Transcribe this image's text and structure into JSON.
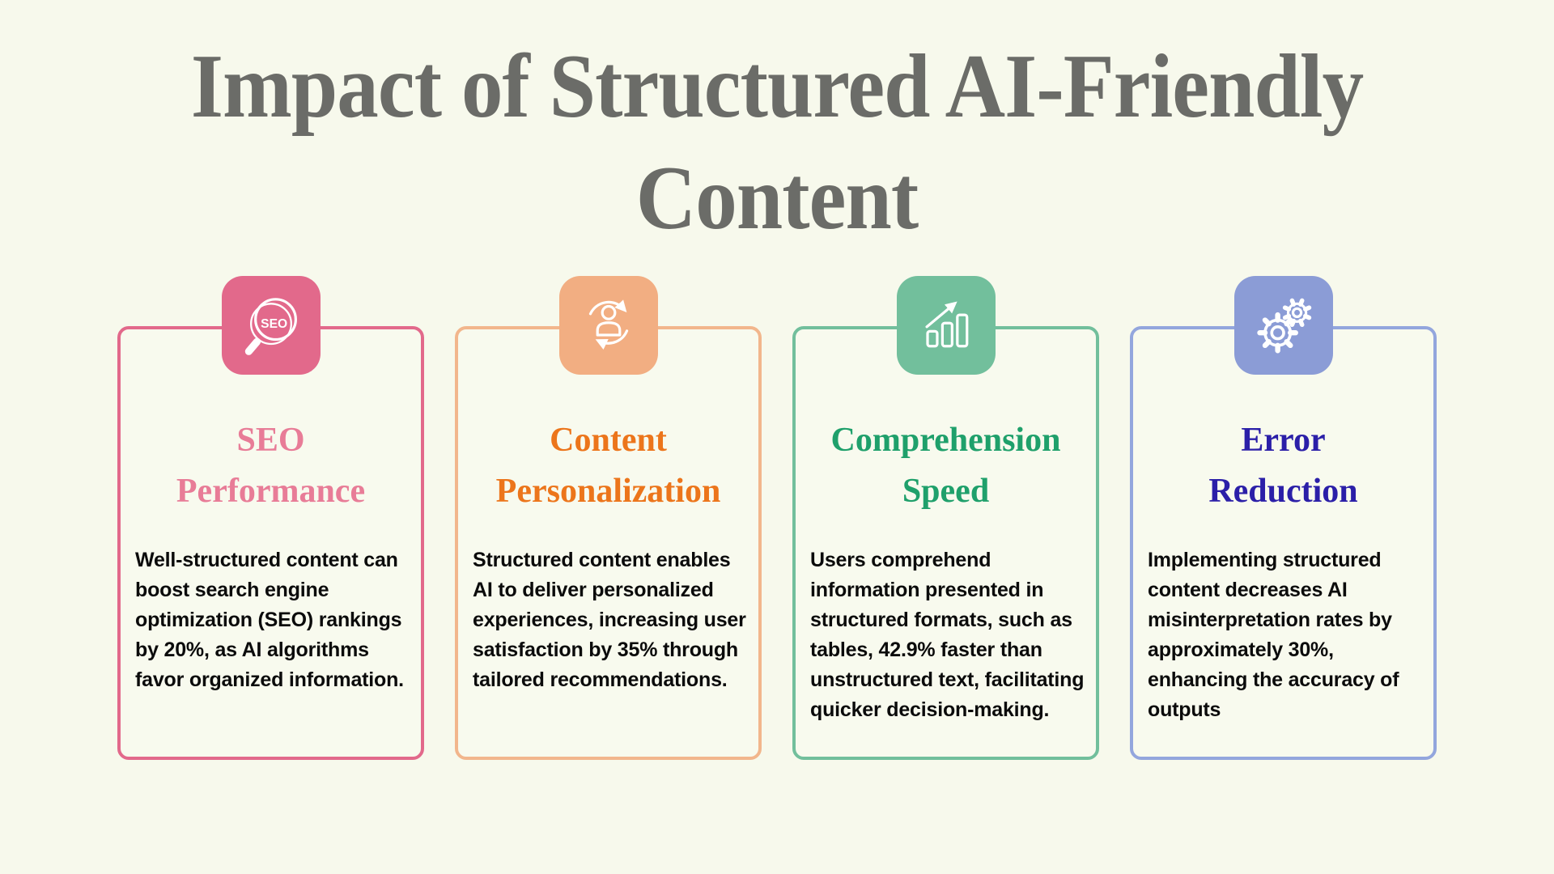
{
  "page": {
    "background": "#F7F9EC"
  },
  "header": {
    "title": "Impact of Structured AI-Friendly Content",
    "lines": [
      "Impact of Structured AI-Friendly",
      "Content"
    ],
    "color": "#6B6C68"
  },
  "cards": [
    {
      "heading": "SEO Performance",
      "heading_lines": [
        "SEO",
        "Performance"
      ],
      "body": "Well-structured content can boost search engine optimization (SEO) rankings by 20%, as AI algorithms favor organized information.",
      "icon": "seo-magnifier-icon",
      "icon_text": "SEO",
      "tile_color": "#E2698B",
      "border_color": "#E2698B",
      "heading_color": "#E87C97"
    },
    {
      "heading": "Content Personalization",
      "heading_lines": [
        "Content",
        "Personalization"
      ],
      "body": "Structured content enables AI to deliver personalized experiences, increasing user satisfaction by 35% through tailored recommendations.",
      "icon": "user-cycle-icon",
      "tile_color": "#F2AE82",
      "border_color": "#F2B68C",
      "heading_color": "#EC751B"
    },
    {
      "heading": "Comprehension Speed",
      "heading_lines": [
        "Comprehension",
        "Speed"
      ],
      "body": "Users comprehend information presented in structured formats, such as tables, 42.9% faster than unstructured text, facilitating quicker decision-making.",
      "icon": "growth-chart-icon",
      "tile_color": "#72BF9C",
      "border_color": "#72BF9C",
      "heading_color": "#1FA06B"
    },
    {
      "heading": "Error Reduction",
      "heading_lines": [
        "Error",
        "Reduction"
      ],
      "body": "Implementing structured content decreases AI misinterpretation rates by approximately 30%, enhancing the accuracy of outputs",
      "icon": "gears-icon",
      "tile_color": "#8B9CD6",
      "border_color": "#93A6DD",
      "heading_color": "#2B1FA8"
    }
  ]
}
